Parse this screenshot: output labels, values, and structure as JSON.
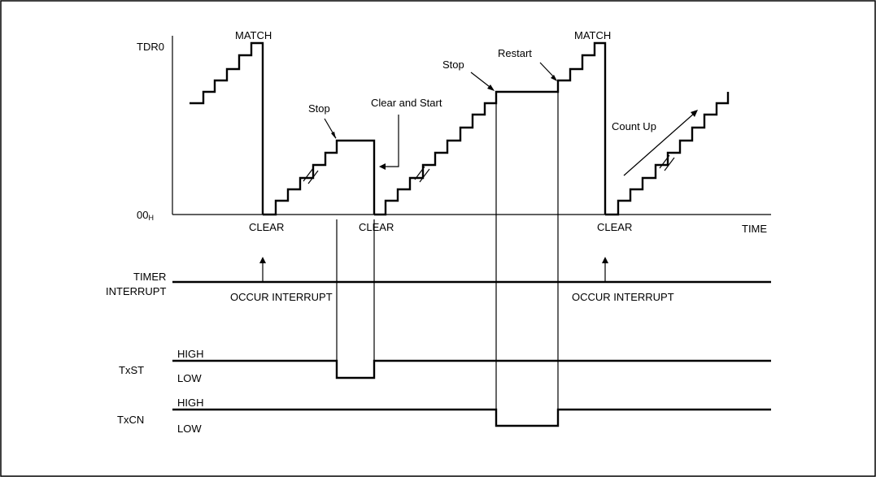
{
  "labels": {
    "y_top": "TDR0",
    "y_zero": "00H",
    "x_axis": "TIME",
    "match": "MATCH",
    "clear": "CLEAR",
    "stop": "Stop",
    "restart": "Restart",
    "clear_and_start": "Clear and Start",
    "count_up": "Count Up",
    "timer_interrupt_1": "TIMER",
    "timer_interrupt_2": "INTERRUPT",
    "occur_interrupt": "OCCUR INTERRUPT",
    "txst": "TxST",
    "txcn": "TxCN",
    "high": "HIGH",
    "low": "LOW"
  }
}
